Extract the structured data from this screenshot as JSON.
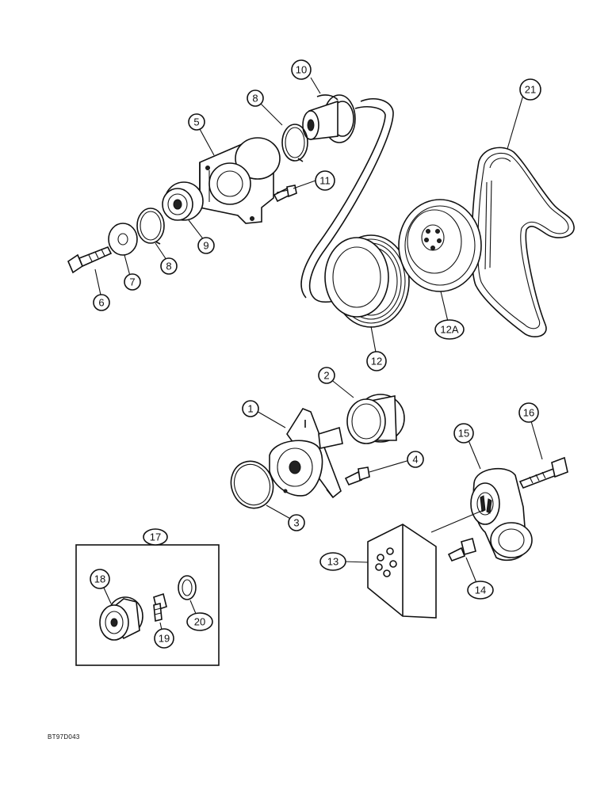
{
  "diagram": {
    "figure_code": "BT97D043",
    "callouts": [
      {
        "id": "c1",
        "label": "1"
      },
      {
        "id": "c2",
        "label": "2"
      },
      {
        "id": "c3",
        "label": "3"
      },
      {
        "id": "c4",
        "label": "4"
      },
      {
        "id": "c5",
        "label": "5"
      },
      {
        "id": "c6",
        "label": "6"
      },
      {
        "id": "c7",
        "label": "7"
      },
      {
        "id": "c8a",
        "label": "8"
      },
      {
        "id": "c8b",
        "label": "8"
      },
      {
        "id": "c9",
        "label": "9"
      },
      {
        "id": "c10",
        "label": "10"
      },
      {
        "id": "c11",
        "label": "11"
      },
      {
        "id": "c12",
        "label": "12"
      },
      {
        "id": "c12a",
        "label": "12A"
      },
      {
        "id": "c13",
        "label": "13"
      },
      {
        "id": "c14",
        "label": "14"
      },
      {
        "id": "c15",
        "label": "15"
      },
      {
        "id": "c16",
        "label": "16"
      },
      {
        "id": "c17",
        "label": "17"
      },
      {
        "id": "c18",
        "label": "18"
      },
      {
        "id": "c19",
        "label": "19"
      },
      {
        "id": "c20",
        "label": "20"
      },
      {
        "id": "c21",
        "label": "21"
      }
    ]
  }
}
